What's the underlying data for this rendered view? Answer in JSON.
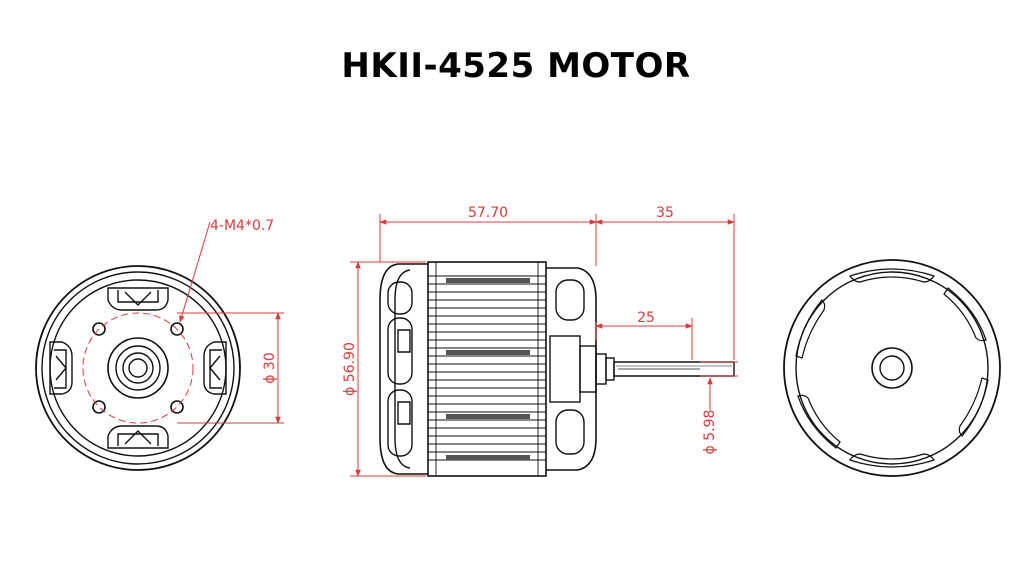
{
  "title": "HKII-4525 MOTOR",
  "colors": {
    "outline": "#111111",
    "dimension": "#d93b3b",
    "background": "#ffffff"
  },
  "dimensions": {
    "mount_holes": "4-M4*0.7",
    "bolt_circle": "30",
    "diameter": "56.90",
    "body_length": "57.70",
    "shaft_length": "35",
    "shaft_exposed": "25",
    "shaft_diameter": "5.98",
    "diameter_symbol": "ϕ"
  }
}
